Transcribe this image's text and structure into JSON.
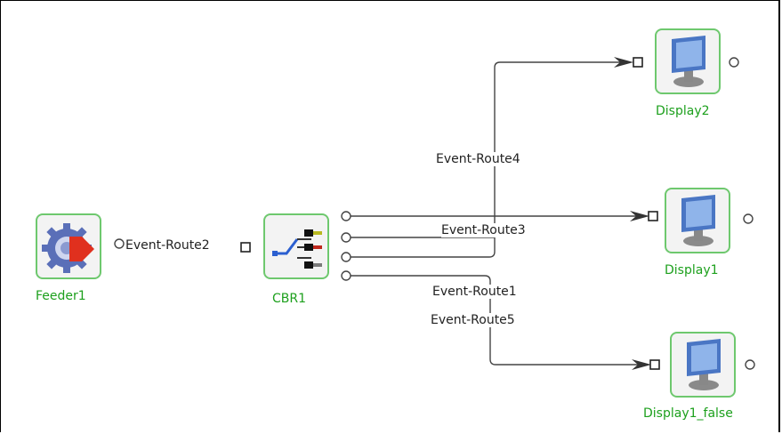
{
  "nodes": {
    "feeder1": "Feeder1",
    "cbr1": "CBR1",
    "display2": "Display2",
    "display1": "Display1",
    "display1_false": "Display1_false"
  },
  "routes": {
    "r1": "Event-Route1",
    "r2": "Event-Route2",
    "r3": "Event-Route3",
    "r4": "Event-Route4",
    "r5": "Event-Route5"
  },
  "icons": {
    "feeder": "feeder-gear-arrow-icon",
    "cbr": "switch-router-icon",
    "display": "monitor-icon"
  },
  "colors": {
    "node_border": "#6ec86e",
    "node_label": "#1da01d",
    "wire": "#444444"
  }
}
